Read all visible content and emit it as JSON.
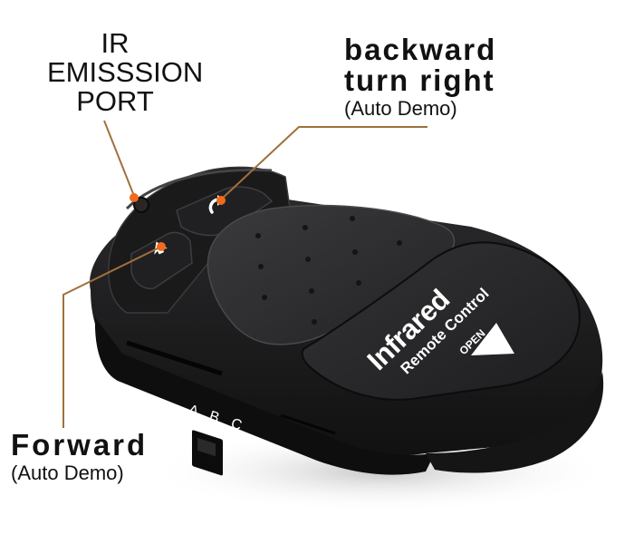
{
  "image": {
    "subject": "Infrared Remote Control",
    "background_color": "#ffffff",
    "body_color": "#1c1c1e",
    "callout_line_color": "#a0703c",
    "callout_dot_color": "#f26a1b"
  },
  "callouts": {
    "ir_port": {
      "lines": [
        "IR",
        "EMISSSION",
        "PORT"
      ]
    },
    "backward": {
      "title_line1": "backward",
      "title_line2": "turn right",
      "subtitle": "(Auto Demo)"
    },
    "forward": {
      "title": "Forward",
      "subtitle": "(Auto Demo)"
    }
  },
  "device": {
    "brand_line1": "Infrared",
    "brand_line2": "Remote Control",
    "open_label": "OPEN",
    "switch_labels": [
      "A",
      "B",
      "C"
    ],
    "buttons": [
      {
        "name": "backward-turn-right",
        "icon": "curved-arrow"
      },
      {
        "name": "forward",
        "icon": "up-arrow"
      }
    ]
  }
}
